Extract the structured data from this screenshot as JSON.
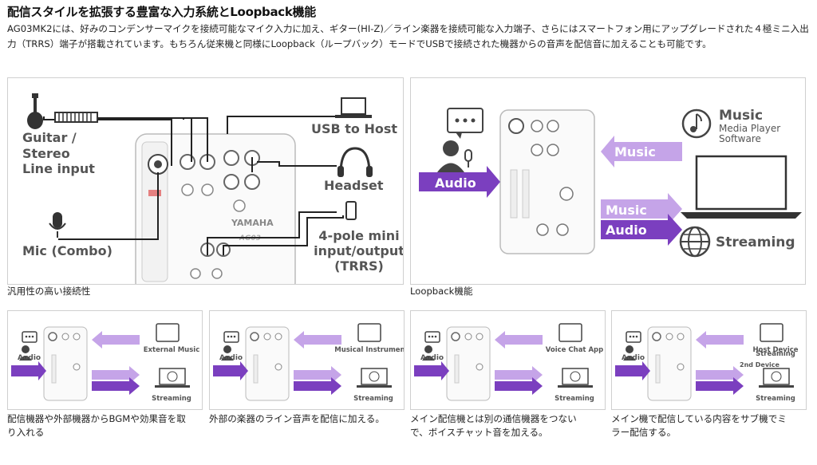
{
  "heading": "配信スタイルを拡張する豊富な入力系統とLoopback機能",
  "intro": "AG03MK2には、好みのコンデンサーマイクを接続可能なマイク入力に加え、ギター(HI-Z)／ライン楽器を接続可能な入力端子、さらにはスマートフォン用にアップグレードされた４極ミニ入出力（TRRS）端子が搭載されています。もちろん従来機と同様にLoopback（ループバック）モードでUSBで接続された機器からの音声を配信音に加えることも可能です。",
  "connectivity": {
    "caption": "汎用性の高い接続性",
    "guitar": [
      "Guitar /",
      "Stereo",
      "Line input"
    ],
    "mic": "Mic (Combo)",
    "usb": "USB to Host",
    "headset": "Headset",
    "trrs": [
      "4-pole mini",
      "input/output",
      "(TRRS)"
    ],
    "brand": "YAMAHA",
    "model": "AG03"
  },
  "loopback": {
    "caption": "Loopback機能",
    "music_label": "Music",
    "music_sub": [
      "Media Player",
      "Software"
    ],
    "arrow_music": "Music",
    "arrow_audio_in": "Audio",
    "arrow_music_out": "Music",
    "arrow_audio_out": "Audio",
    "streaming": "Streaming"
  },
  "scenarios": [
    {
      "top": "External Music",
      "bottom": "Streaming",
      "audio": "Audio",
      "caption": [
        "配信機器や外部機器からBGMや効果音を取",
        "り入れる"
      ]
    },
    {
      "top": "Musical Instruments",
      "bottom": "Streaming",
      "audio": "Audio",
      "caption": [
        "外部の楽器のライン音声を配信に加える。"
      ]
    },
    {
      "top": "Voice Chat App",
      "bottom": "Streaming",
      "audio": "Audio",
      "caption": [
        "メイン配信機とは別の通信機器をつない",
        "で、ボイスチャット音を加える。"
      ]
    },
    {
      "top": "Host Device",
      "mid": "2nd Device",
      "bottom": "Streaming",
      "bottom2": "Streaming",
      "audio": "Audio",
      "caption": [
        "メイン機で配信している内容をサブ機でミ",
        "ラー配信する。"
      ]
    }
  ],
  "colors": {
    "purple": "#7b3fbf",
    "lilac": "#c5a4e8",
    "gray_text": "#555555"
  }
}
